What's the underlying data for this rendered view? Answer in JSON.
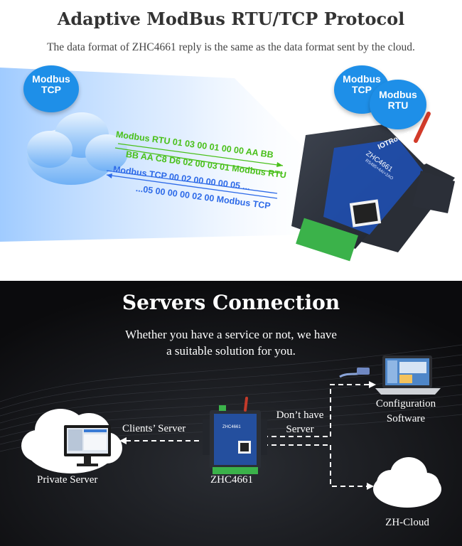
{
  "top": {
    "title": "Adaptive ModBus RTU/TCP Protocol",
    "subtitle": "The data format of ZHC4661 reply is the same as the data format sent by the cloud.",
    "bubble_left": [
      "Modbus",
      "TCP"
    ],
    "bubble_right_a": [
      "Modbus",
      "TCP"
    ],
    "bubble_right_b": [
      "Modbus",
      "RTU"
    ],
    "rtu_request": "Modbus RTU 01 03 00 01 00 00 AA BB",
    "rtu_reply": "BB AA C8  D6 02 00 03 01 Modbus RTU",
    "tcp_request": "Modbus TCP 00 02 00 00 00 05 ...",
    "tcp_reply": "...05 00 00 00 02 00 Modbus TCP",
    "device": {
      "model": "ZHC4661",
      "spec": "RS485+4AI+2AO",
      "brand": "IOTRouter"
    },
    "colors": {
      "bubble": "#1e8fe8",
      "rtu": "#49c01a",
      "tcp": "#2d6ae8"
    }
  },
  "bottom": {
    "title": "Servers Connection",
    "subtitle_line1": "Whether you have a service or not, we have",
    "subtitle_line2": "a suitable solution for you.",
    "private_server": "Private Server",
    "clients_server": "Clients’ Server",
    "device_label": "ZHC4661",
    "dont_have_line1": "Don’t have",
    "dont_have_line2": "Server",
    "config_line1": "Configuration",
    "config_line2": "Software",
    "cloud": "ZH-Cloud",
    "device_small_model": "ZHC4661"
  }
}
